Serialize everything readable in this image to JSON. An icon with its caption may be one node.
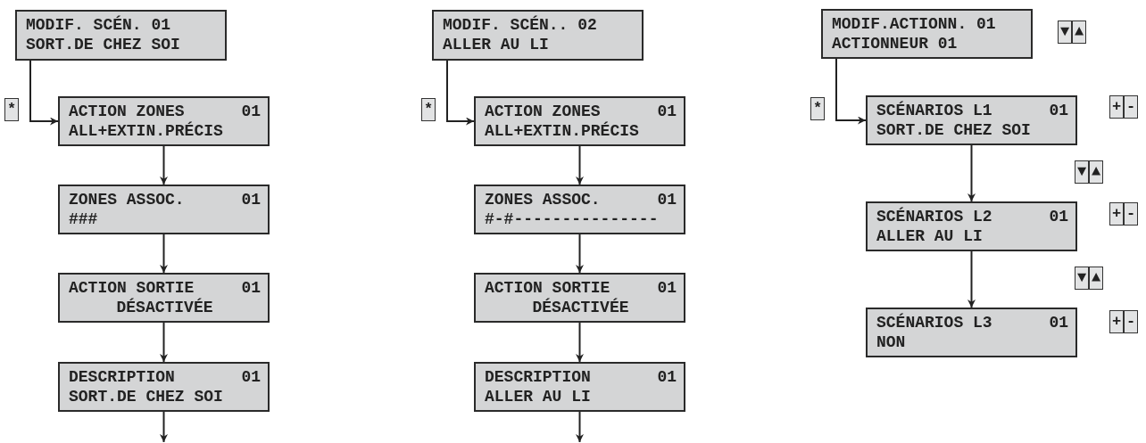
{
  "diagram": {
    "nodes": [
      {
        "text": [
          "MODIF. SCÉN. 01",
          "SORT.DE CHEZ SOI"
        ]
      },
      {
        "text": [
          "ACTION ZONES",
          "01",
          "ALL+EXTIN.PRÉCIS"
        ]
      },
      {
        "text": [
          "ZONES ASSOC.",
          "01",
          "###"
        ]
      },
      {
        "text": [
          "ACTION SORTIE",
          "01",
          "DÉSACTIVÉE"
        ]
      },
      {
        "text": [
          "DESCRIPTION",
          "01",
          "SORT.DE CHEZ SOI"
        ]
      },
      {
        "text": [
          "MODIF. SCÉN.. 02",
          "ALLER AU LI"
        ]
      },
      {
        "text": [
          "ACTION ZONES",
          "01",
          "ALL+EXTIN.PRÉCIS"
        ]
      },
      {
        "text": [
          "ZONES ASSOC.",
          "01",
          "#-#---------------"
        ]
      },
      {
        "text": [
          "ACTION SORTIE",
          "01",
          "DÉSACTIVÉE"
        ]
      },
      {
        "text": [
          "DESCRIPTION",
          "01",
          "ALLER AU LI"
        ]
      },
      {
        "text": [
          "MODIF.ACTIONN. 01",
          "ACTIONNEUR 01"
        ]
      },
      {
        "text": [
          "SCÉNARIOS L1",
          "01",
          "SORT.DE CHEZ SOI"
        ]
      },
      {
        "text": [
          "SCÉNARIOS L2",
          "01",
          "ALLER AU LI"
        ]
      },
      {
        "text": [
          "SCÉNARIOS L3",
          "01",
          "NON"
        ]
      }
    ],
    "edges": [
      {
        "from": 0,
        "to": 1,
        "arrow": "to",
        "label": "*"
      },
      {
        "from": 1,
        "to": 2,
        "arrow": "to"
      },
      {
        "from": 2,
        "to": 3,
        "arrow": "to"
      },
      {
        "from": 3,
        "to": 4,
        "arrow": "to"
      },
      {
        "from": 4,
        "to": null,
        "arrow": "to"
      },
      {
        "from": 5,
        "to": 6,
        "arrow": "to",
        "label": "*"
      },
      {
        "from": 6,
        "to": 7,
        "arrow": "to"
      },
      {
        "from": 7,
        "to": 8,
        "arrow": "to"
      },
      {
        "from": 8,
        "to": 9,
        "arrow": "to"
      },
      {
        "from": 9,
        "to": null,
        "arrow": "to"
      },
      {
        "from": 10,
        "to": 11,
        "arrow": "to",
        "label": "*"
      },
      {
        "from": 11,
        "to": 12,
        "arrow": "to"
      },
      {
        "from": 12,
        "to": 13,
        "arrow": "to"
      }
    ],
    "labels": [
      "▼",
      "▲",
      "+",
      "-",
      "▼",
      "▲",
      "+",
      "-",
      "▼",
      "▲",
      "+",
      "-"
    ]
  }
}
